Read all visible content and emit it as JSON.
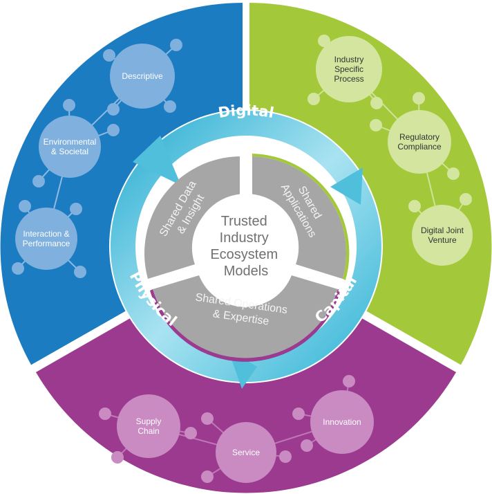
{
  "colors": {
    "blue": "#1c7cc2",
    "green": "#a3c93a",
    "purple": "#9b3a8f",
    "node_blue": "#7fb0de",
    "node_green": "#d3e59f",
    "node_purple": "#c98bc2",
    "arrow_cyan": "#3bbad8",
    "segment_grey": "#a6a6a6"
  },
  "center": {
    "lines": [
      "Trusted",
      "Industry",
      "Ecosystem",
      "Models"
    ]
  },
  "arc_labels": {
    "digital": "Digital",
    "capital": "Capital",
    "physical": "Physical"
  },
  "inner_segments": {
    "data": [
      "Shared Data",
      "& Insight"
    ],
    "applications": [
      "Shared",
      "Applications"
    ],
    "operations": [
      "Shared Operations",
      "& Expertise"
    ]
  },
  "digital_nodes": [
    {
      "lines": [
        "Descriptive"
      ]
    },
    {
      "lines": [
        "Environmental",
        "& Societal"
      ]
    },
    {
      "lines": [
        "Interaction &",
        "Performance"
      ]
    }
  ],
  "capital_nodes": [
    {
      "lines": [
        "Industry",
        "Specific",
        "Process"
      ]
    },
    {
      "lines": [
        "Regulatory",
        "Compliance"
      ]
    },
    {
      "lines": [
        "Digital Joint",
        "Venture"
      ]
    }
  ],
  "physical_nodes": [
    {
      "lines": [
        "Supply",
        "Chain"
      ]
    },
    {
      "lines": [
        "Service"
      ]
    },
    {
      "lines": [
        "Innovation"
      ]
    }
  ]
}
